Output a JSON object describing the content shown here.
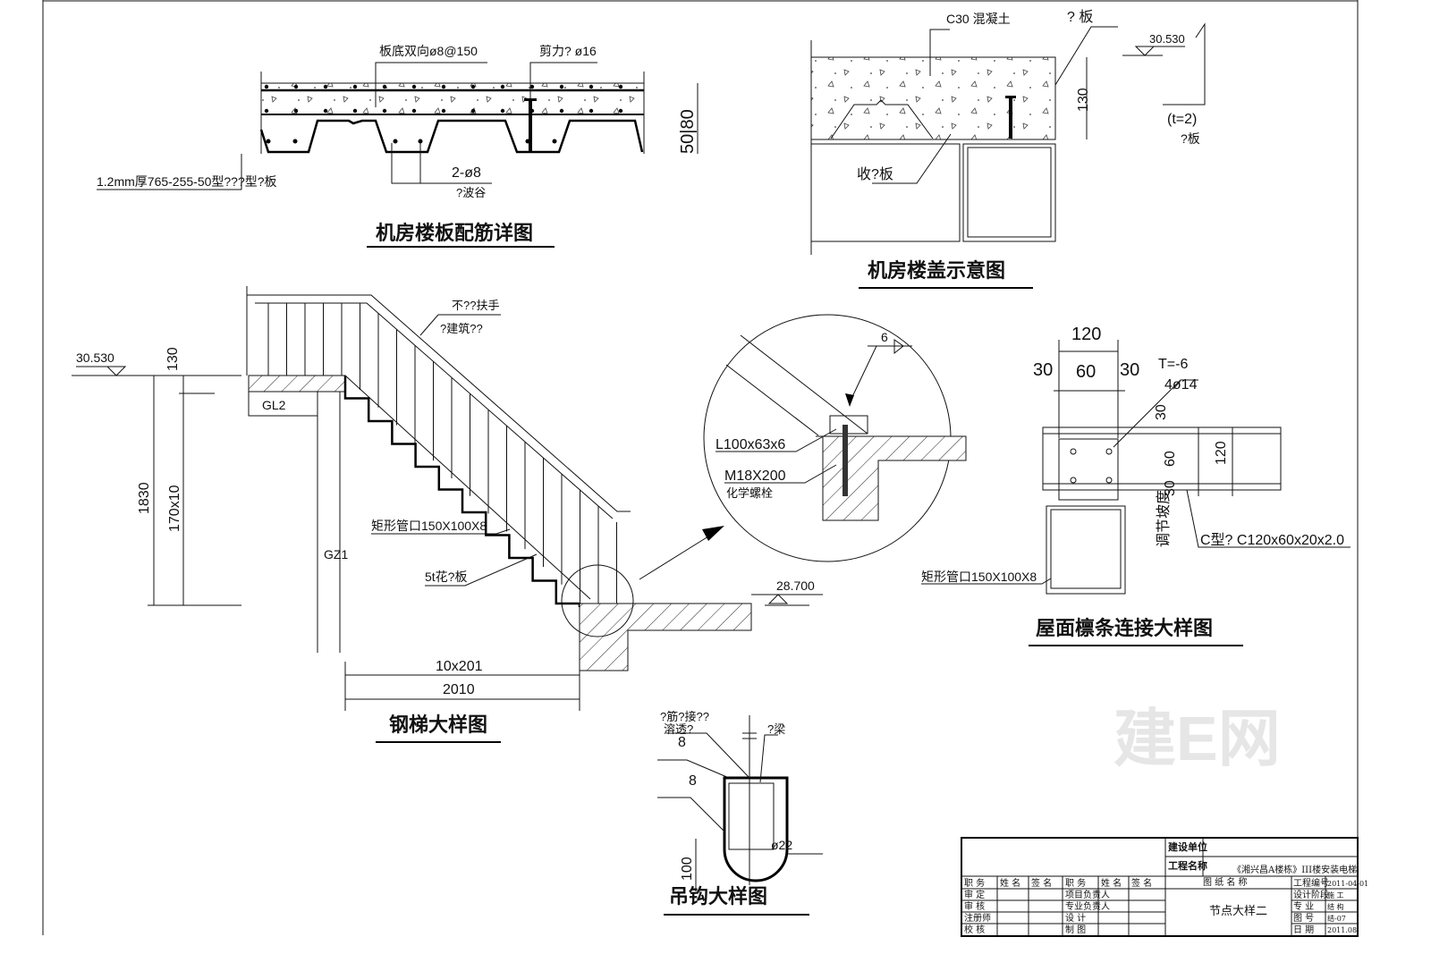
{
  "watermark_logo": "建E网",
  "slab_detail": {
    "title": "机房楼板配筋详图",
    "label_bottom_bars": "板底双向ø8@150",
    "label_shear_stud": "剪力? ø16",
    "label_deck": "1.2mm厚765-255-50型???型?板",
    "label_trough_bars": "2-ø8",
    "label_trough": "?波谷",
    "dim_thickness": "50|80"
  },
  "roof_cover": {
    "title": "机房楼盖示意图",
    "label_concrete": "C30 混凝土",
    "label_plate": "? 板",
    "elevation": "30.530",
    "dim_thickness": "130",
    "label_t": "(t=2)",
    "label_plate2": "?板",
    "label_edge_plate": "收?板"
  },
  "stair_detail": {
    "title": "钢梯大样图",
    "label_handrail": "不??扶手",
    "label_handrail_ref": "?建筑??",
    "elevation_top": "30.530",
    "elevation_bottom": "28.700",
    "dim_130": "130",
    "dim_1830": "1830",
    "dim_risers": "170x10",
    "dim_treads": "10x201",
    "dim_total": "2010",
    "label_gl2": "GL2",
    "label_gz1": "GZ1",
    "label_stringer": "矩形管口150X100X8",
    "label_tread": "5t花?板"
  },
  "anchor_detail": {
    "weld_size": "6",
    "label_angle": "L100x63x6",
    "label_bolt": "M18X200",
    "label_bolt_type": "化学螺栓"
  },
  "purlin_detail": {
    "title": "屋面檩条连接大样图",
    "dim_120": "120",
    "dim_30a": "30",
    "dim_60": "60",
    "dim_30b": "30",
    "label_plate_t": "T=-6",
    "label_bolts": "4ø14",
    "dim_v30": "30",
    "dim_v60": "60",
    "dim_v30b": "30",
    "dim_v120": "120",
    "label_adjust": "调节坡度",
    "label_purlin": "C型? C120x60x20x2.0",
    "label_tube": "矩形管口150X100X8"
  },
  "hook_detail": {
    "title": "吊钩大样图",
    "label_weld_note1": "?筋?接??",
    "label_weld_note2": "溶透?",
    "weld_1": "8",
    "weld_2": "8",
    "label_beam": "?梁",
    "dim_100": "100",
    "label_dia": "ø22"
  },
  "title_block": {
    "client_label": "建设单位",
    "client_value": "",
    "project_label": "工程名称",
    "project_value": "《湘兴昌A楼栋》III楼安装电梯",
    "headers": [
      "职 务",
      "姓 名",
      "签 名",
      "职 务",
      "姓 名",
      "签 名"
    ],
    "drawing_name_label": "图 纸 名 称",
    "rows_left": [
      "审 定",
      "审 核",
      "注册师",
      "校 核"
    ],
    "rows_mid": [
      "项目负责人",
      "专业负责人",
      "设 计",
      "制 图"
    ],
    "drawing_name": "节点大样二",
    "info": [
      {
        "label": "工程编号",
        "value": "2011-04-01"
      },
      {
        "label": "设计阶段",
        "value": "施 工"
      },
      {
        "label": "专 业",
        "value": "结 构"
      },
      {
        "label": "图 号",
        "value": "结-07"
      },
      {
        "label": "日 期",
        "value": "2011.08"
      }
    ]
  }
}
